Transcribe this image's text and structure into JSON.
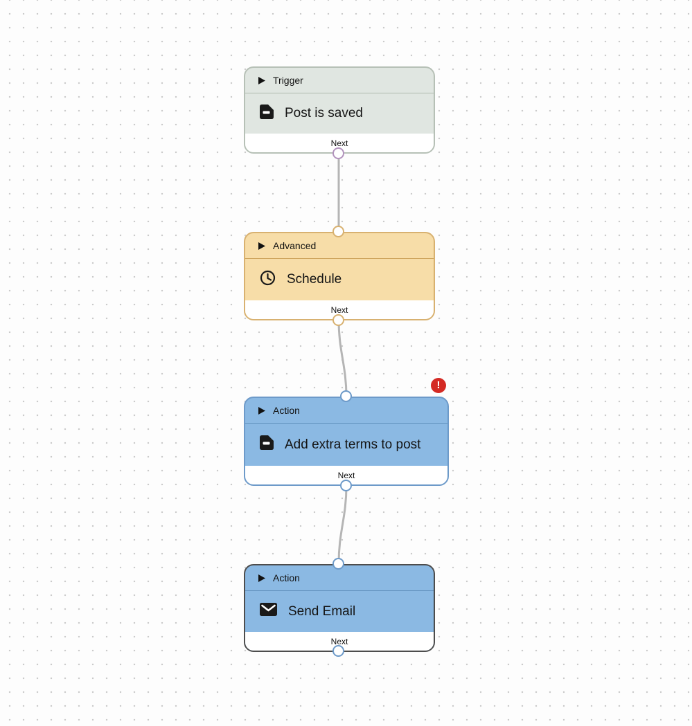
{
  "canvas": {
    "background_color": "#fdfdfd",
    "dot_color": "#c9c9c9",
    "connector_color": "#b5b5b5"
  },
  "nodes": [
    {
      "id": "trigger",
      "category": "Trigger",
      "title": "Post is saved",
      "footer_label": "Next",
      "icon": "document-icon",
      "fill_color": "#e0e6e1",
      "border_color": "#b6c0b6",
      "port_color": "#b293bd",
      "has_error": false,
      "selected": false
    },
    {
      "id": "advanced",
      "category": "Advanced",
      "title": "Schedule",
      "footer_label": "Next",
      "icon": "clock-icon",
      "fill_color": "#f7dda8",
      "border_color": "#d8b170",
      "port_color": "#d8b170",
      "has_error": false,
      "selected": false
    },
    {
      "id": "action-add-extra-terms",
      "category": "Action",
      "title": "Add extra terms to post",
      "footer_label": "Next",
      "icon": "document-icon",
      "fill_color": "#8bb9e3",
      "border_color": "#6d9ac9",
      "port_color": "#6d9ac9",
      "has_error": true,
      "selected": false
    },
    {
      "id": "action-send-email",
      "category": "Action",
      "title": "Send Email",
      "footer_label": "Next",
      "icon": "envelope-icon",
      "fill_color": "#8bb9e3",
      "border_color": "#4d4d4d",
      "port_color": "#6d9ac9",
      "has_error": false,
      "selected": true
    }
  ],
  "error_badge": {
    "symbol": "!",
    "color": "#d42a24"
  }
}
